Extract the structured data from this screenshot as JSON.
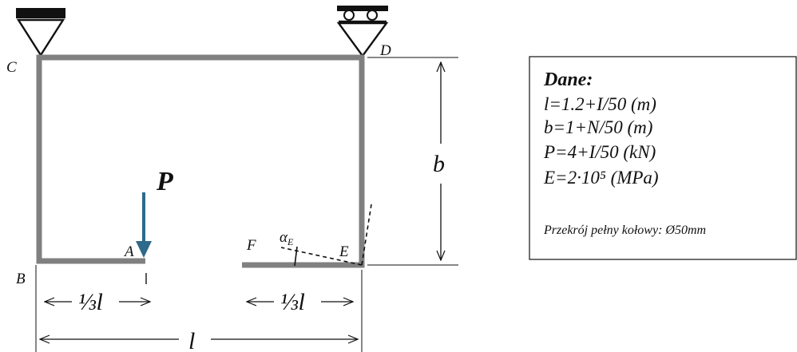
{
  "points": {
    "C": "C",
    "D": "D",
    "B": "B",
    "A": "A",
    "F": "F",
    "E": "E"
  },
  "load_label": "P",
  "angle_label": "α",
  "angle_subscript": "E",
  "dim_b": "b",
  "dim_l": "l",
  "dim_third_l": "⅓l",
  "given": {
    "title": "Dane:",
    "lines": [
      "l=1.2+I/50 (m)",
      "b=1+N/50 (m)",
      "P=4+I/50 (kN)",
      "E=2·10⁵ (MPa)"
    ],
    "section": "Przekrój pełny kołowy: Ø50mm"
  },
  "colors": {
    "frame": "#808080",
    "load_arrow": "#2e6a89",
    "support": "#111111"
  }
}
